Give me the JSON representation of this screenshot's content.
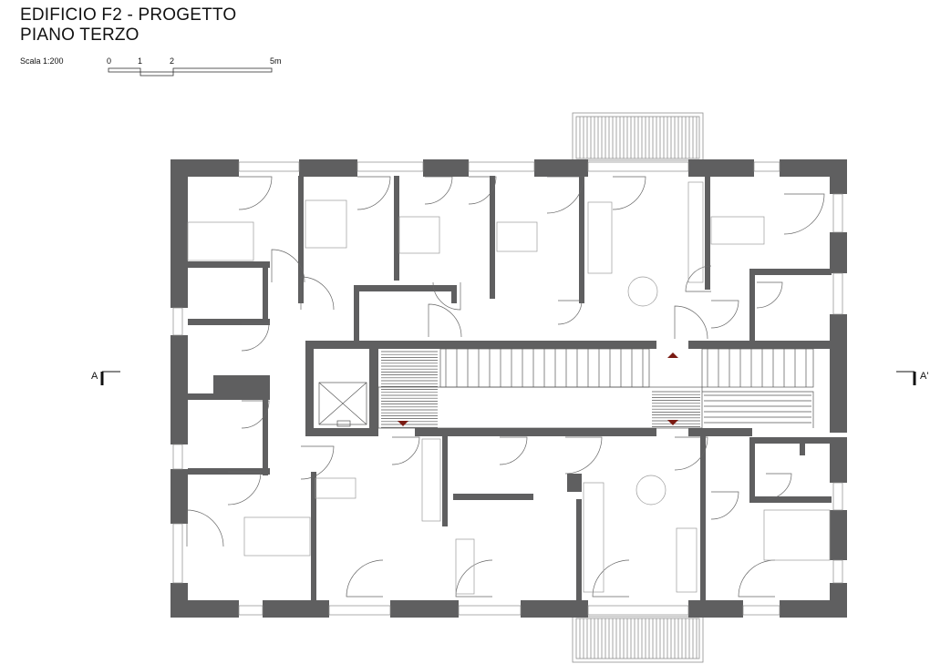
{
  "header": {
    "title_line1": "EDIFICIO F2 - PROGETTO",
    "title_line2": "PIANO TERZO"
  },
  "scale": {
    "label": "Scala 1:200",
    "ticks": [
      "0",
      "1",
      "2",
      "5m"
    ]
  },
  "section": {
    "left": "A",
    "right": "A'"
  },
  "colors": {
    "wall": "#5f5f60",
    "line": "#444444",
    "thin": "#9a9a9a",
    "arrow": "#7a1a12"
  }
}
